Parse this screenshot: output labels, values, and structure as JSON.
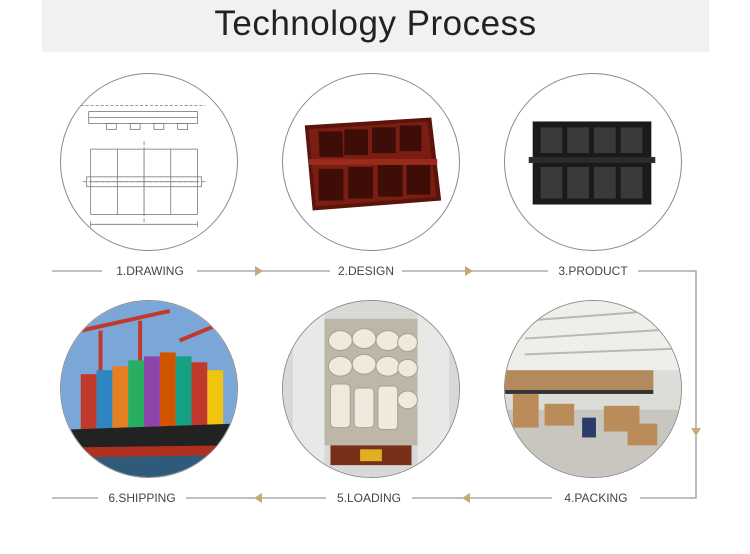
{
  "title": "Technology Process",
  "steps": [
    {
      "label": "1.DRAWING"
    },
    {
      "label": "2.DESIGN"
    },
    {
      "label": "3.PRODUCT"
    },
    {
      "label": "4.PACKING"
    },
    {
      "label": "5.LOADING"
    },
    {
      "label": "6.SHIPPING"
    }
  ],
  "colors": {
    "line": "#9a9a9a",
    "arrow": "#c8a878",
    "tray_coated": "#7a1d12",
    "tray_black": "#1a1a1a"
  }
}
